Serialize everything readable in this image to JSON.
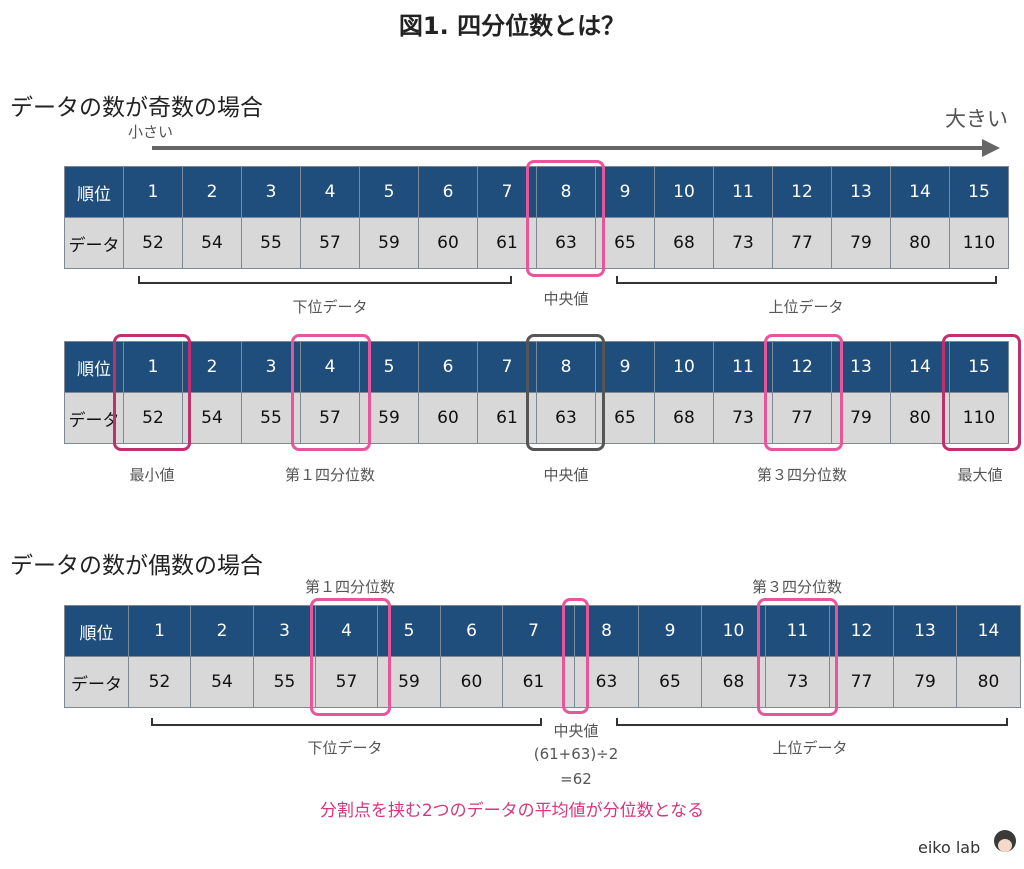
{
  "title": "図1. 四分位数とは？",
  "odd": {
    "heading": "データの数が奇数の場合",
    "small": "小さい",
    "large": "大きい",
    "row_header": "順位",
    "data_header": "データ",
    "ranks": [
      "1",
      "2",
      "3",
      "4",
      "5",
      "6",
      "7",
      "8",
      "9",
      "10",
      "11",
      "12",
      "13",
      "14",
      "15"
    ],
    "values": [
      "52",
      "54",
      "55",
      "57",
      "59",
      "60",
      "61",
      "63",
      "65",
      "68",
      "73",
      "77",
      "79",
      "80",
      "110"
    ],
    "lower": "下位データ",
    "median": "中央値",
    "upper": "上位データ",
    "min": "最小値",
    "q1": "第１四分位数",
    "q3": "第３四分位数",
    "max": "最大値"
  },
  "even": {
    "heading": "データの数が偶数の場合",
    "row_header": "順位",
    "data_header": "データ",
    "ranks": [
      "1",
      "2",
      "3",
      "4",
      "5",
      "6",
      "7",
      "8",
      "9",
      "10",
      "11",
      "12",
      "13",
      "14"
    ],
    "values": [
      "52",
      "54",
      "55",
      "57",
      "59",
      "60",
      "61",
      "63",
      "65",
      "68",
      "73",
      "77",
      "79",
      "80"
    ],
    "q1": "第１四分位数",
    "q3": "第３四分位数",
    "lower": "下位データ",
    "upper": "上位データ",
    "median": "中央値",
    "calc": "(61+63)÷2",
    "result": "=62",
    "note": "分割点を挟む2つのデータの平均値が分位数となる"
  },
  "logo": "eiko lab",
  "colors": {
    "header": "#1f4e7c",
    "data": "#d8d8d8",
    "pink": "#e8559a",
    "dark_pink": "#c0306f",
    "note": "#d6367f"
  }
}
